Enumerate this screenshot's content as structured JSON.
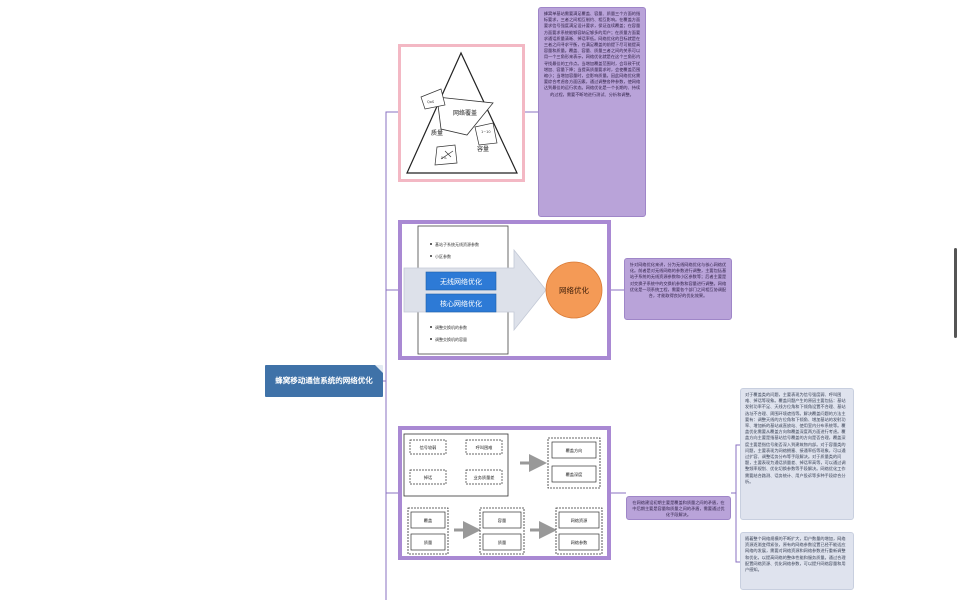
{
  "central_topic": "蜂窝移动通信系统的网络优化",
  "triangle": {
    "top": "网络覆盖",
    "left": "质量",
    "right": "容量",
    "small_labels": [
      "QoS",
      "1~10",
      "网络覆盖",
      "5%"
    ]
  },
  "note_top": "蜂窝单基站需要满足覆盖、容量、质量三个方面的指标要求，三者之间相互制约、相互影响。在覆盖方面要求信号强度满足设计要求，保证连续覆盖；在容量方面要求系统能够容纳足够多的用户；在质量方面要求通话质量清晰、掉话率低。网络优化的目标就是在三者之间寻求平衡，在满足覆盖的前提下尽可能提高容量和质量。覆盖、容量、质量三者之间的关系可以用一个三角形来表示，网络优化就是在这个三角形内寻找最佳的工作点。当增加覆盖范围时，会导致干扰增加、容量下降；当提高质量要求时，会使覆盖范围缩小；当增加容量时，会影响质量。因此网络优化需要综合考虑各方面因素，通过调整各种参数，使网络达到最佳的运行状态。网络优化是一个长期的、持续的过程，需要不断地进行测试、分析和调整。",
  "flow": {
    "box1": "无线网络优化",
    "box2": "核心网络优化",
    "circle": "网络优化",
    "top_items": [
      "基站子系统无线资源参数",
      "小区参数"
    ],
    "bottom_items": [
      "调整交换机的参数",
      "调整交换机的容量"
    ]
  },
  "note_flow": "针对网络优化来讲，分为无线网络优化与核心网络优化。前者是对无线网络的参数进行调整，主要包括基站子系统的无线资源参数和小区参数等；后者主要是对交换子系统中的交换机参数和容量进行调整。网络优化是一项系统工程，需要各个部门之间相互协调配合，才能取得良好的优化效果。",
  "process": {
    "top_left": [
      "信号较弱",
      "呼叫困难",
      "掉话",
      "业务质量差"
    ],
    "top_right": [
      "覆盖方向",
      "覆盖深度"
    ],
    "bottom_left": [
      "覆盖",
      "质量"
    ],
    "bottom_mid": [
      "容量",
      "质量"
    ],
    "bottom_right": [
      "网络资源",
      "网络参数"
    ]
  },
  "note_process": "在网络建设初期主要是覆盖和质量之间的矛盾，在中后期主要是容量和质量之间的矛盾，需要通过优化手段解决。",
  "note_right1": "对于覆盖类的问题，主要表现为信号强度弱、呼叫困难、掉话等现象。覆盖问题产生的原因主要包括：基站发射功率不足、天线方位角和下倾角设置不合理、基站选址不合理、周围环境遮挡等。解决覆盖问题的方法主要有：调整天线的方位角和下倾角、增加基站的发射功率、增加新的基站或直放站、使用室内分布系统等。覆盖优化需要从覆盖方向和覆盖深度两方面进行考虑。覆盖方向主要是指基站信号覆盖的方向是否合理，覆盖深度主要是指信号能否深入到建筑物内部。对于容量类的问题，主要表现为网络拥塞、接通率低等现象，可以通过扩容、调整话务分布等手段解决。对于质量类的问题，主要表现为通话质量差、掉话率高等，可以通过调整频率规划、优化切换参数等手段解决。网络优化工作需要结合路测、话务统计、用户投诉等多种手段综合分析。",
  "note_right2": "随着整个网络规模的不断扩大，用户数量的增加，网络资源逐渐变得紧张，原有的网络参数设置已经不能适应网络的发展，需要对网络资源和网络参数进行重新调整和优化，以提高网络的整体性能和服务质量。通过合理配置网络资源、优化网络参数，可以提升网络容量和用户感知。"
}
